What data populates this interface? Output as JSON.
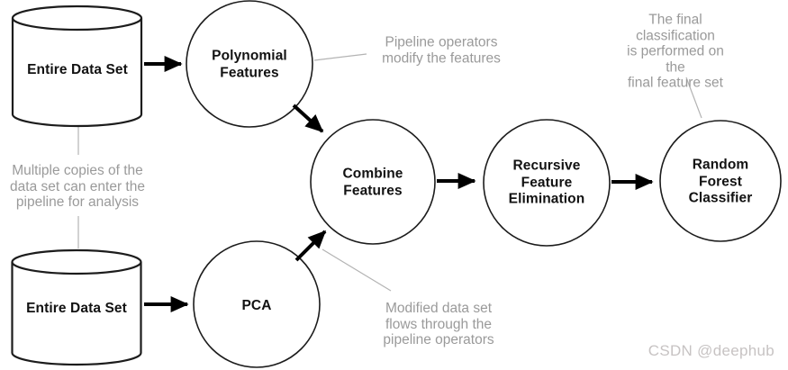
{
  "diagram": {
    "nodes": {
      "dataset_top": {
        "label": "Entire Data Set",
        "shape": "cylinder"
      },
      "dataset_bottom": {
        "label": "Entire Data Set",
        "shape": "cylinder"
      },
      "polynomial": {
        "label": "Polynomial\nFeatures",
        "shape": "circle"
      },
      "pca": {
        "label": "PCA",
        "shape": "circle"
      },
      "combine": {
        "label": "Combine\nFeatures",
        "shape": "circle"
      },
      "rfe": {
        "label": "Recursive\nFeature\nElimination",
        "shape": "circle"
      },
      "rfc": {
        "label": "Random\nForest\nClassifier",
        "shape": "circle"
      }
    },
    "edges": [
      {
        "from": "dataset_top",
        "to": "polynomial"
      },
      {
        "from": "polynomial",
        "to": "combine"
      },
      {
        "from": "dataset_bottom",
        "to": "pca"
      },
      {
        "from": "pca",
        "to": "combine"
      },
      {
        "from": "combine",
        "to": "rfe"
      },
      {
        "from": "rfe",
        "to": "rfc"
      }
    ],
    "annotations": {
      "pipeline_operators": {
        "text": "Pipeline operators\nmodify the features"
      },
      "final_classification": {
        "text": "The final classification\nis performed on the\nfinal feature set"
      },
      "multiple_copies": {
        "text": "Multiple copies of the\ndata set can enter the\npipeline for analysis"
      },
      "modified_data": {
        "text": "Modified data set\nflows through the\npipeline operators"
      }
    },
    "watermark": "CSDN @deephub",
    "colors": {
      "background": "#ffffff",
      "node_stroke": "#1c1c1c",
      "node_fill": "#ffffff",
      "arrow": "#000000",
      "leader_line": "#b3b3b3",
      "annotation_text": "#9a9a9a",
      "watermark": "#c7c3c3"
    }
  }
}
